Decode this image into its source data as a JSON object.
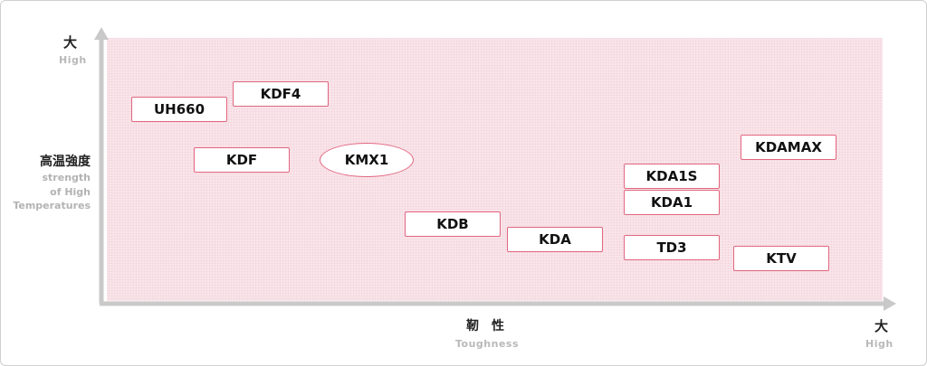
{
  "chart_data": {
    "type": "scatter",
    "x_axis": {
      "label_ja": "靭　性",
      "label_en": "Toughness",
      "high_ja": "大",
      "high_en": "High"
    },
    "y_axis": {
      "label_ja": "高温強度",
      "label_en_lines": [
        "strength",
        "of High",
        "Temperatures"
      ],
      "high_ja": "大",
      "high_en": "High"
    },
    "points": [
      {
        "name": "UH660",
        "x": 0.1,
        "y": 0.73,
        "shape": "box"
      },
      {
        "name": "KDF4",
        "x": 0.23,
        "y": 0.79,
        "shape": "box"
      },
      {
        "name": "KDF",
        "x": 0.18,
        "y": 0.54,
        "shape": "box"
      },
      {
        "name": "KMX1",
        "x": 0.34,
        "y": 0.54,
        "shape": "ellipse"
      },
      {
        "name": "KDB",
        "x": 0.45,
        "y": 0.3,
        "shape": "box"
      },
      {
        "name": "KDA",
        "x": 0.58,
        "y": 0.24,
        "shape": "box"
      },
      {
        "name": "TD3",
        "x": 0.73,
        "y": 0.21,
        "shape": "box"
      },
      {
        "name": "KTV",
        "x": 0.87,
        "y": 0.17,
        "shape": "box"
      },
      {
        "name": "KDA1",
        "x": 0.73,
        "y": 0.38,
        "shape": "box"
      },
      {
        "name": "KDA1S",
        "x": 0.73,
        "y": 0.48,
        "shape": "box"
      },
      {
        "name": "KDAMAX",
        "x": 0.88,
        "y": 0.59,
        "shape": "box"
      }
    ],
    "colors": {
      "area": "#f7e4e9",
      "box_border": "#e2667f",
      "axis": "#c9c9c9"
    }
  }
}
